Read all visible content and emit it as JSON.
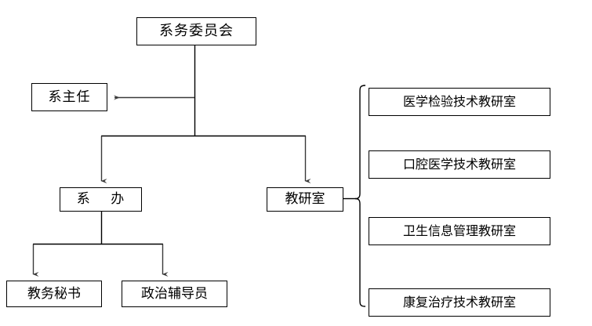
{
  "diagram": {
    "title_text": "系务委员会",
    "nodes": {
      "committee": "系务委员会",
      "dean": "系主任",
      "office": "系    办",
      "teaching_offices": "教研室",
      "academic_secretary": "教务秘书",
      "political_counselor": "政治辅导员"
    },
    "departments": [
      "医学检验技术教研室",
      "口腔医学技术教研室",
      "卫生信息管理教研室",
      "康复治疗技术教研室"
    ],
    "colors": {
      "line": "#000000",
      "box_border": "#000000",
      "background": "#ffffff",
      "text": "#000000"
    }
  }
}
